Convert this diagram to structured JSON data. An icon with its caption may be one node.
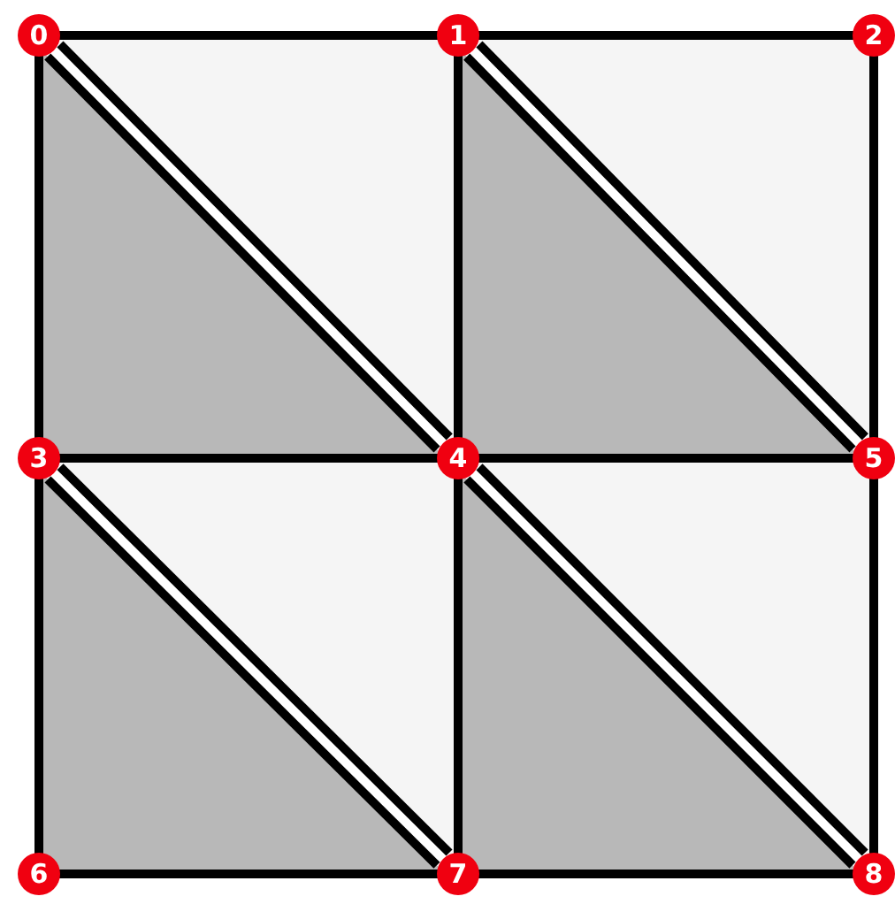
{
  "diagram": {
    "nodes": [
      {
        "text": [
          "0"
        ]
      },
      {
        "text": [
          "1"
        ]
      },
      {
        "text": [
          "2"
        ]
      },
      {
        "text": [
          "3"
        ]
      },
      {
        "text": [
          "4"
        ]
      },
      {
        "text": [
          "5"
        ]
      },
      {
        "text": [
          "6"
        ]
      },
      {
        "text": [
          "7"
        ]
      },
      {
        "text": [
          "8"
        ]
      }
    ],
    "edges": [
      {
        "from": 0,
        "to": 1,
        "arrow": "none"
      },
      {
        "from": 1,
        "to": 2,
        "arrow": "none"
      },
      {
        "from": 3,
        "to": 4,
        "arrow": "none"
      },
      {
        "from": 4,
        "to": 5,
        "arrow": "none"
      },
      {
        "from": 6,
        "to": 7,
        "arrow": "none"
      },
      {
        "from": 7,
        "to": 8,
        "arrow": "none"
      },
      {
        "from": 0,
        "to": 3,
        "arrow": "none"
      },
      {
        "from": 3,
        "to": 6,
        "arrow": "none"
      },
      {
        "from": 1,
        "to": 4,
        "arrow": "none"
      },
      {
        "from": 4,
        "to": 7,
        "arrow": "none"
      },
      {
        "from": 2,
        "to": 5,
        "arrow": "none"
      },
      {
        "from": 5,
        "to": 8,
        "arrow": "none"
      },
      {
        "from": 0,
        "to": 4,
        "arrow": "none"
      },
      {
        "from": 0,
        "to": 4,
        "arrow": "none"
      },
      {
        "from": 1,
        "to": 5,
        "arrow": "none"
      },
      {
        "from": 1,
        "to": 5,
        "arrow": "none"
      },
      {
        "from": 3,
        "to": 7,
        "arrow": "none"
      },
      {
        "from": 3,
        "to": 7,
        "arrow": "none"
      },
      {
        "from": 4,
        "to": 8,
        "arrow": "none"
      },
      {
        "from": 4,
        "to": 8,
        "arrow": "none"
      }
    ]
  }
}
